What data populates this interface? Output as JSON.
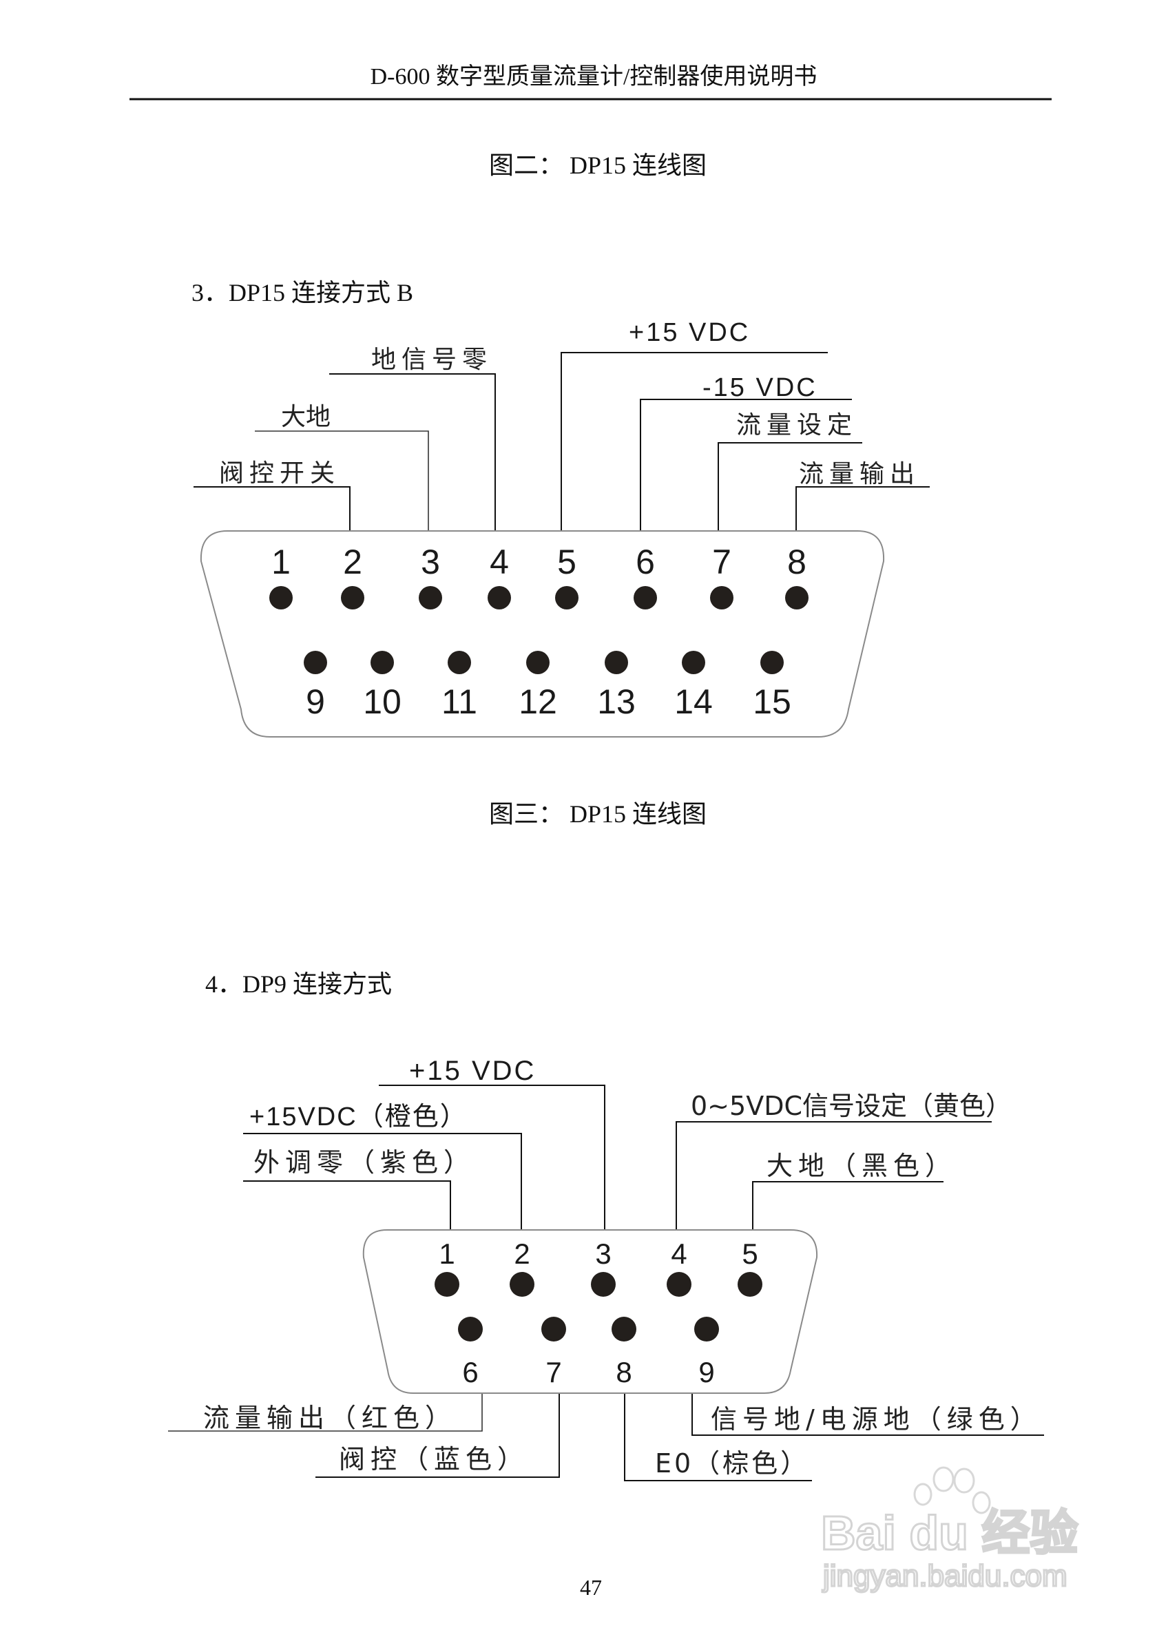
{
  "header": {
    "title": "D-600 数字型质量流量计/控制器使用说明书"
  },
  "figure2_caption": "图二：  DP15 连线图",
  "section3": {
    "heading": "3．DP15 连接方式 B",
    "labels": {
      "pin2": "阀控开关",
      "pin3": "大地",
      "pin4": "地信号零",
      "pin5": "+15 VDC",
      "pin6": "-15 VDC",
      "pin7": "流量设定",
      "pin8": "流量输出"
    },
    "top_pins": [
      "1",
      "2",
      "3",
      "4",
      "5",
      "6",
      "7",
      "8"
    ],
    "bottom_pins": [
      "9",
      "10",
      "11",
      "12",
      "13",
      "14",
      "15"
    ]
  },
  "figure3_caption": "图三：  DP15 连线图",
  "section4": {
    "heading": "4．DP9 连接方式",
    "labels": {
      "pin1": "外调零（紫色）",
      "pin2": "+15VDC（橙色）",
      "pin3": "+15 VDC",
      "pin4": "0~5VDC信号设定（黄色）",
      "pin5": "大地（黑色）",
      "pin6": "流量输出（红色）",
      "pin7": "阀控（蓝色）",
      "pin8": "E0（棕色）",
      "pin9": "信号地/电源地（绿色）"
    },
    "top_pins": [
      "1",
      "2",
      "3",
      "4",
      "5"
    ],
    "bottom_pins": [
      "6",
      "7",
      "8",
      "9"
    ]
  },
  "page_number": "47",
  "watermark": {
    "brand": "Bai du 经验",
    "url": "jingyan.baidu.com"
  }
}
